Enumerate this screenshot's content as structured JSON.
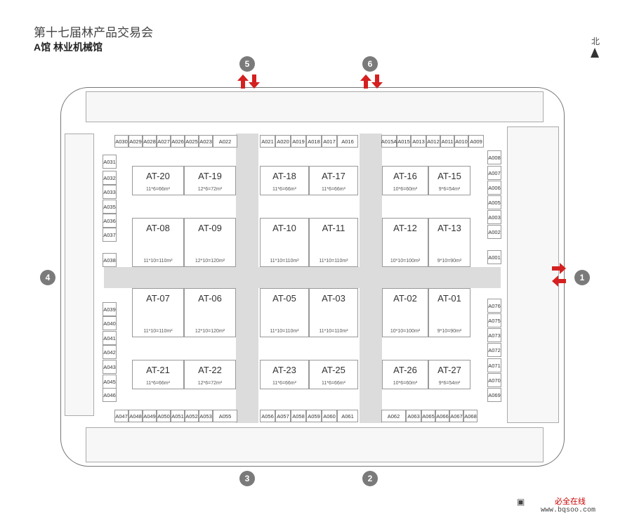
{
  "header": {
    "title": "第十七届林产品交易会",
    "subtitle": "A馆  林业机械馆",
    "north_label": "北"
  },
  "gates": [
    "1",
    "2",
    "3",
    "4",
    "5",
    "6"
  ],
  "top_left_booths": [
    "A030",
    "A029",
    "A028",
    "A027",
    "A026",
    "A025",
    "A023",
    "A022"
  ],
  "top_mid_booths": [
    "A021",
    "A020",
    "A019",
    "A018",
    "A017",
    "A016"
  ],
  "top_right_booths": [
    "A015A",
    "A015",
    "A013",
    "A012",
    "A011",
    "A010",
    "A009"
  ],
  "bottom_left_booths": [
    "A047",
    "A048",
    "A049",
    "A050",
    "A051",
    "A052",
    "A053",
    "A055"
  ],
  "bottom_mid_booths": [
    "A056",
    "A057",
    "A058",
    "A059",
    "A060",
    "A061"
  ],
  "bottom_right_booths": [
    "A062",
    "A063",
    "A065",
    "A066",
    "A067",
    "A068"
  ],
  "left_booths": [
    "A031",
    "A032",
    "A033",
    "A035",
    "A036",
    "A037",
    "A038",
    "A039",
    "A040",
    "A041",
    "A042",
    "A043",
    "A045",
    "A046"
  ],
  "right_booths": [
    "A008",
    "A007",
    "A006",
    "A005",
    "A003",
    "A002",
    "A001",
    "A076",
    "A075",
    "A073",
    "A072",
    "A071",
    "A070",
    "A069"
  ],
  "stands": [
    {
      "code": "AT-20",
      "size": "11*6=66m²"
    },
    {
      "code": "AT-19",
      "size": "12*6=72m²"
    },
    {
      "code": "AT-18",
      "size": "11*6=66m²"
    },
    {
      "code": "AT-17",
      "size": "11*6=66m²"
    },
    {
      "code": "AT-16",
      "size": "10*6=60m²"
    },
    {
      "code": "AT-15",
      "size": "9*6=54m²"
    },
    {
      "code": "AT-08",
      "size": "11*10=110m²"
    },
    {
      "code": "AT-09",
      "size": "12*10=120m²"
    },
    {
      "code": "AT-10",
      "size": "11*10=110m²"
    },
    {
      "code": "AT-11",
      "size": "11*10=110m²"
    },
    {
      "code": "AT-12",
      "size": "10*10=100m²"
    },
    {
      "code": "AT-13",
      "size": "9*10=90m²"
    },
    {
      "code": "AT-07",
      "size": "11*10=110m²"
    },
    {
      "code": "AT-06",
      "size": "12*10=120m²"
    },
    {
      "code": "AT-05",
      "size": "11*10=110m²"
    },
    {
      "code": "AT-03",
      "size": "11*10=110m²"
    },
    {
      "code": "AT-02",
      "size": "10*10=100m²"
    },
    {
      "code": "AT-01",
      "size": "9*10=90m²"
    },
    {
      "code": "AT-21",
      "size": "11*6=66m²"
    },
    {
      "code": "AT-22",
      "size": "12*6=72m²"
    },
    {
      "code": "AT-23",
      "size": "11*6=66m²"
    },
    {
      "code": "AT-25",
      "size": "11*6=66m²"
    },
    {
      "code": "AT-26",
      "size": "10*6=60m²"
    },
    {
      "code": "AT-27",
      "size": "9*6=54m²"
    }
  ],
  "watermark": {
    "name": "必全在线",
    "domain": "www.bqsoo.com"
  },
  "colors": {
    "aisle": "#dcdcdc",
    "arrow": "#d42020",
    "gate_circle": "#7a7a7a"
  }
}
